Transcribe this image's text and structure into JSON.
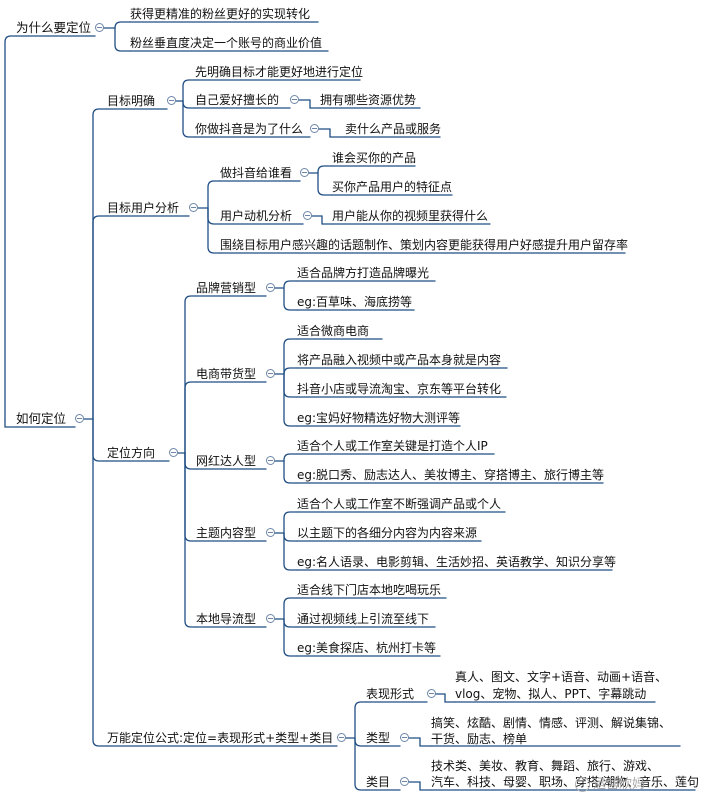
{
  "mindmap": {
    "why": {
      "label": "为什么要定位",
      "children": [
        "获得更精准的粉丝更好的实现转化",
        "粉丝垂直度决定一个账号的商业价值"
      ]
    },
    "how": {
      "label": "如何定位",
      "goal": {
        "label": "目标明确",
        "c1": "先明确目标才能更好地进行定位",
        "c2": "自己爱好擅长的",
        "c2_child": "拥有哪些资源优势",
        "c3": "你做抖音是为了什么",
        "c3_child": "卖什么产品或服务"
      },
      "user": {
        "label": "目标用户分析",
        "who": "做抖音给谁看",
        "who_children": [
          "谁会买你的产品",
          "买你产品用户的特征点"
        ],
        "motive": "用户动机分析",
        "motive_child": "用户能从你的视频里获得什么",
        "note": "围绕目标用户感兴趣的话题制作、策划内容更能获得用户好感提升用户留存率"
      },
      "direction": {
        "label": "定位方向",
        "brand": {
          "label": "品牌营销型",
          "items": [
            "适合品牌方打造品牌曝光",
            "eg:百草味、海底捞等"
          ]
        },
        "ecom": {
          "label": "电商带货型",
          "items": [
            "适合微商电商",
            "将产品融入视频中或产品本身就是内容",
            "抖音小店或导流淘宝、京东等平台转化",
            "eg:宝妈好物精选好物大测评等"
          ]
        },
        "kol": {
          "label": "网红达人型",
          "items": [
            "适合个人或工作室关键是打造个人IP",
            "eg:脱口秀、励志达人、美妆博主、穿搭博主、旅行博主等"
          ]
        },
        "theme": {
          "label": "主题内容型",
          "items": [
            "适合个人或工作室不断强调产品或个人",
            "以主题下的各细分内容为内容来源",
            "eg:名人语录、电影剪辑、生活妙招、英语教学、知识分享等"
          ]
        },
        "local": {
          "label": "本地导流型",
          "items": [
            "适合线下门店本地吃喝玩乐",
            "通过视频线上引流至线下",
            "eg:美食探店、杭州打卡等"
          ]
        }
      },
      "formula": {
        "label": "万能定位公式:定位=表现形式+类型+类目",
        "form": {
          "label": "表现形式",
          "lines": [
            "真人、图文、文字+语音、动画+语音、",
            "vlog、宠物、拟人、PPT、字幕跳动"
          ]
        },
        "type": {
          "label": "类型",
          "lines": [
            "搞笑、炫酷、剧情、情感、评测、解说集锦、",
            "干货、励志、榜单"
          ]
        },
        "category": {
          "label": "类目",
          "lines": [
            "技术类、美妆、教育、舞蹈、旅行、游戏、",
            "汽车、科技、母婴、职场、穿搭/潮物、音乐、莲句"
          ]
        }
      }
    }
  },
  "watermark": "运营欣妈",
  "colors": {
    "line": "#1f4d84",
    "toggle": "#6d86a8"
  }
}
